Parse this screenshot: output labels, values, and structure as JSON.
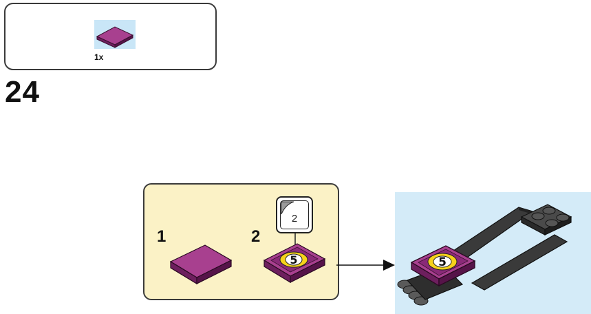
{
  "parts_list": {
    "items": [
      {
        "icon": "magenta-tile-icon",
        "quantity": "1x",
        "color": "#8e2f7c"
      }
    ]
  },
  "step": {
    "number": "24"
  },
  "sub_assembly": {
    "steps": [
      {
        "number": "1"
      },
      {
        "number": "2"
      }
    ],
    "sticker": {
      "number": "2",
      "tile_print": "5"
    }
  },
  "result": {
    "tile_print": "5"
  },
  "colors": {
    "magenta": "#8e2f7c",
    "panel_bg": "#fbf2c6",
    "highlight_bg": "#d4ebf8",
    "sticker_yellow": "#f6d21b"
  }
}
